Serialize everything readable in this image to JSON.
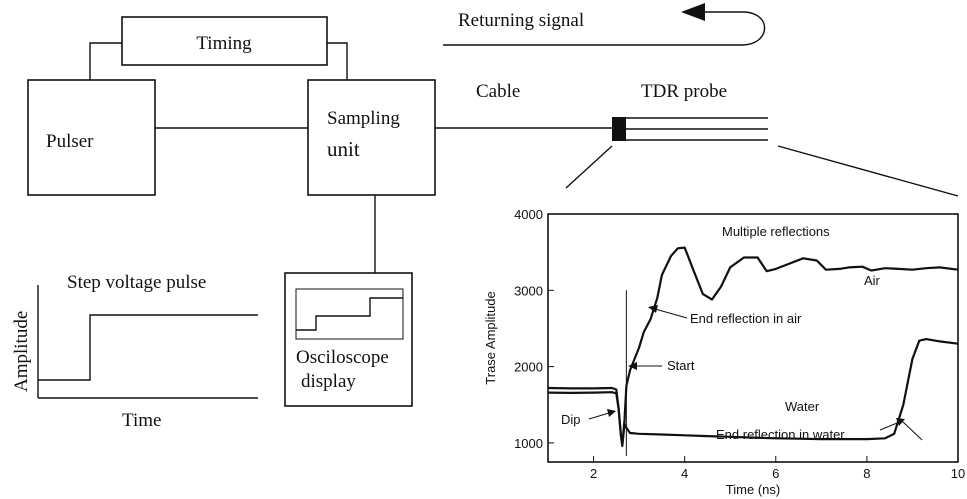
{
  "diagram": {
    "timing": "Timing",
    "pulser": "Pulser",
    "sampling_line1": "Sampling",
    "sampling_line2": "unit",
    "returning_signal": "Returning signal",
    "cable": "Cable",
    "tdr_probe": "TDR probe",
    "step_title": "Step voltage pulse",
    "step_ylabel": "Amplitude",
    "step_xlabel": "Time",
    "osc_line1": "Osciloscope",
    "osc_line2": "display"
  },
  "chart_data": {
    "type": "line",
    "xlabel": "Time (ns)",
    "ylabel": "Trase Amplitude",
    "xlim": [
      1,
      10
    ],
    "ylim": [
      750,
      4000
    ],
    "xticks": [
      2,
      4,
      6,
      8,
      10
    ],
    "yticks": [
      1000,
      2000,
      3000,
      4000
    ],
    "series": [
      {
        "name": "Air",
        "points": [
          [
            1.0,
            1660
          ],
          [
            1.5,
            1655
          ],
          [
            2.0,
            1660
          ],
          [
            2.4,
            1665
          ],
          [
            2.5,
            1650
          ],
          [
            2.55,
            1450
          ],
          [
            2.6,
            1100
          ],
          [
            2.63,
            980
          ],
          [
            2.68,
            1300
          ],
          [
            2.72,
            1750
          ],
          [
            2.8,
            1950
          ],
          [
            3.0,
            2250
          ],
          [
            3.1,
            2450
          ],
          [
            3.25,
            2620
          ],
          [
            3.4,
            2900
          ],
          [
            3.5,
            3200
          ],
          [
            3.7,
            3450
          ],
          [
            3.85,
            3550
          ],
          [
            4.0,
            3560
          ],
          [
            4.2,
            3250
          ],
          [
            4.4,
            2950
          ],
          [
            4.6,
            2880
          ],
          [
            4.8,
            3050
          ],
          [
            5.0,
            3300
          ],
          [
            5.3,
            3430
          ],
          [
            5.6,
            3430
          ],
          [
            5.8,
            3250
          ],
          [
            6.0,
            3280
          ],
          [
            6.3,
            3350
          ],
          [
            6.6,
            3420
          ],
          [
            6.9,
            3390
          ],
          [
            7.1,
            3270
          ],
          [
            7.4,
            3280
          ],
          [
            7.6,
            3300
          ],
          [
            7.9,
            3310
          ],
          [
            8.1,
            3260
          ],
          [
            8.4,
            3290
          ],
          [
            8.7,
            3280
          ],
          [
            9.0,
            3270
          ],
          [
            9.3,
            3290
          ],
          [
            9.6,
            3300
          ],
          [
            10.0,
            3270
          ]
        ]
      },
      {
        "name": "Water",
        "points": [
          [
            1.0,
            1720
          ],
          [
            1.5,
            1715
          ],
          [
            2.0,
            1715
          ],
          [
            2.4,
            1720
          ],
          [
            2.5,
            1700
          ],
          [
            2.55,
            1450
          ],
          [
            2.6,
            1100
          ],
          [
            2.63,
            960
          ],
          [
            2.68,
            1250
          ],
          [
            2.72,
            1200
          ],
          [
            2.8,
            1130
          ],
          [
            3.0,
            1120
          ],
          [
            3.5,
            1110
          ],
          [
            4.0,
            1100
          ],
          [
            4.5,
            1090
          ],
          [
            5.0,
            1080
          ],
          [
            5.5,
            1070
          ],
          [
            6.0,
            1060
          ],
          [
            6.5,
            1055
          ],
          [
            7.0,
            1050
          ],
          [
            7.5,
            1050
          ],
          [
            8.0,
            1050
          ],
          [
            8.4,
            1060
          ],
          [
            8.6,
            1120
          ],
          [
            8.8,
            1500
          ],
          [
            9.0,
            2100
          ],
          [
            9.15,
            2340
          ],
          [
            9.3,
            2360
          ],
          [
            9.6,
            2330
          ],
          [
            10.0,
            2300
          ]
        ]
      }
    ],
    "annotations": {
      "multiple": "Multiple reflections",
      "air": "Air",
      "end_air": "End reflection in air",
      "start": "Start",
      "water": "Water",
      "dip": "Dip",
      "end_water": "End reflection in water"
    }
  }
}
